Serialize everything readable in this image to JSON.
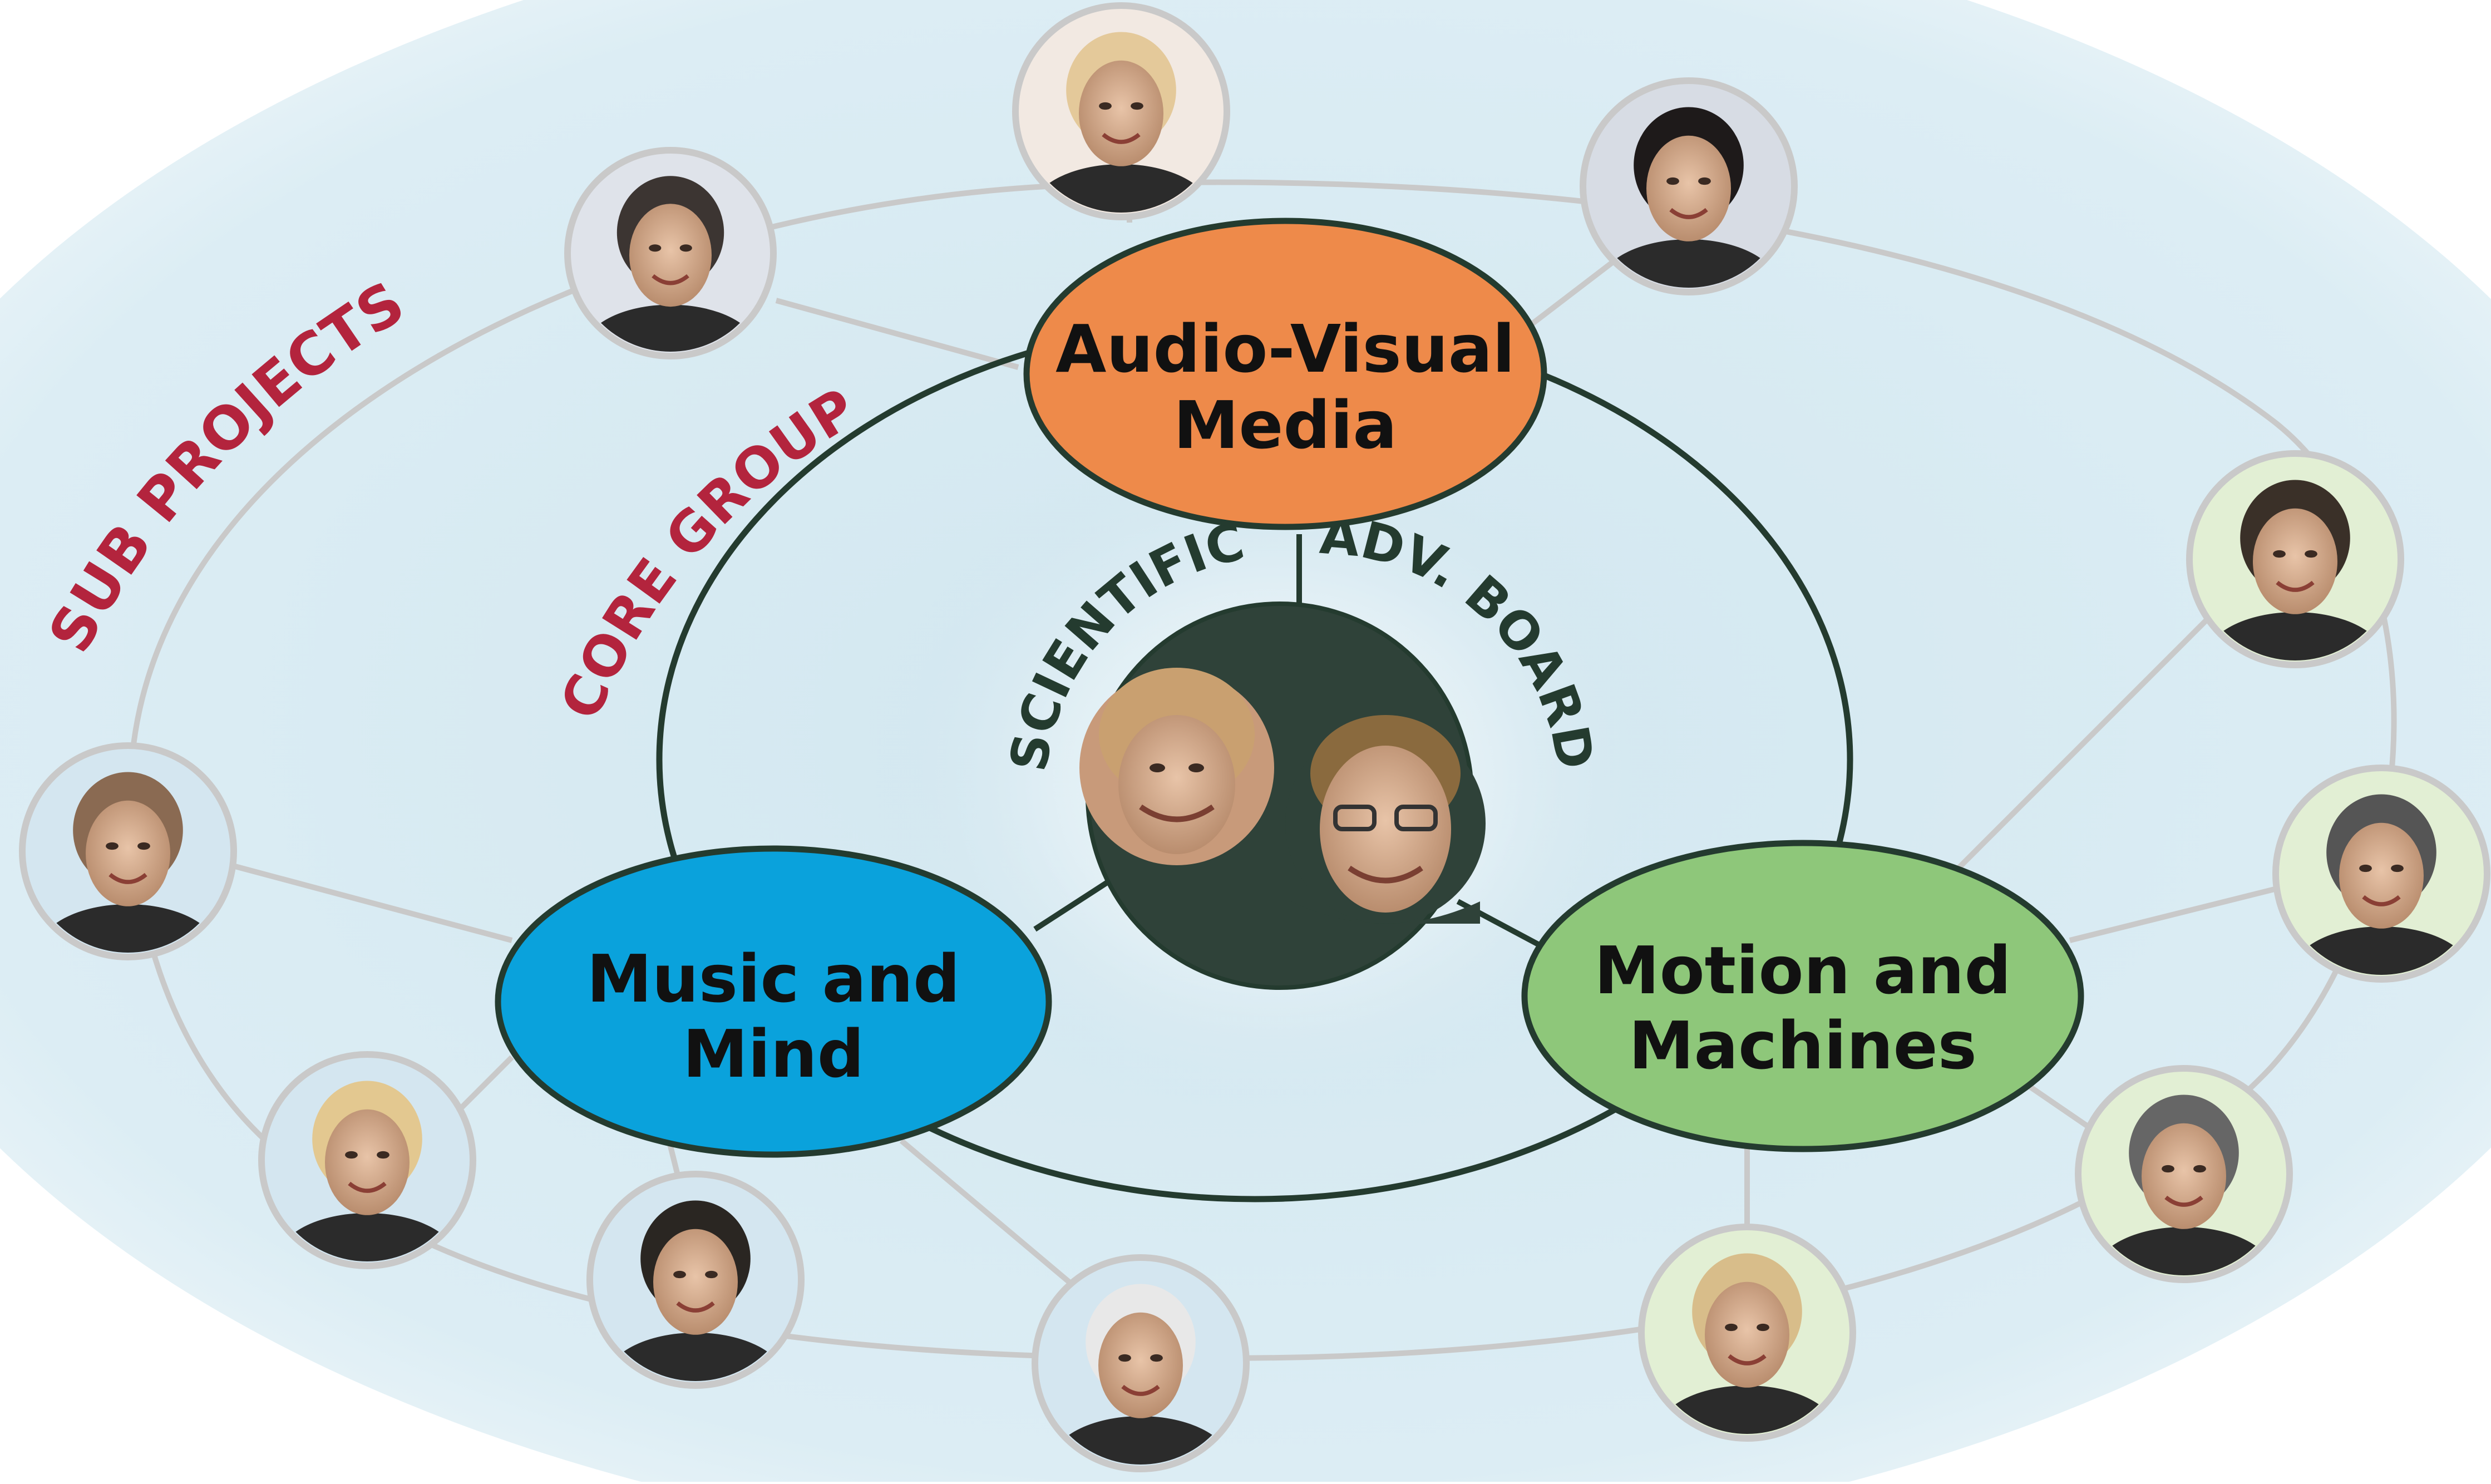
{
  "diagram": {
    "outer_ring_label": "SUB PROJECTS",
    "core_ring_label": "CORE GROUP",
    "board_label_left": "SCIENTIFIC",
    "board_label_right": "ADV. BOARD",
    "groups": [
      {
        "line1": "Audio-Visual",
        "line2": "Media",
        "color": "#ee8a4a"
      },
      {
        "line1": "Music and",
        "line2": "Mind",
        "color": "#0aa2dc"
      },
      {
        "line1": "Motion and",
        "line2": "Machines",
        "color": "#8ec77a"
      }
    ],
    "colors": {
      "accent_red": "#b3243d",
      "ring_dark": "#243b2f",
      "center_fill": "#2f4239",
      "connector_gray": "#c9c9c9",
      "background_blue": "#d7ebf3"
    },
    "photo_icon": "person-avatar"
  }
}
